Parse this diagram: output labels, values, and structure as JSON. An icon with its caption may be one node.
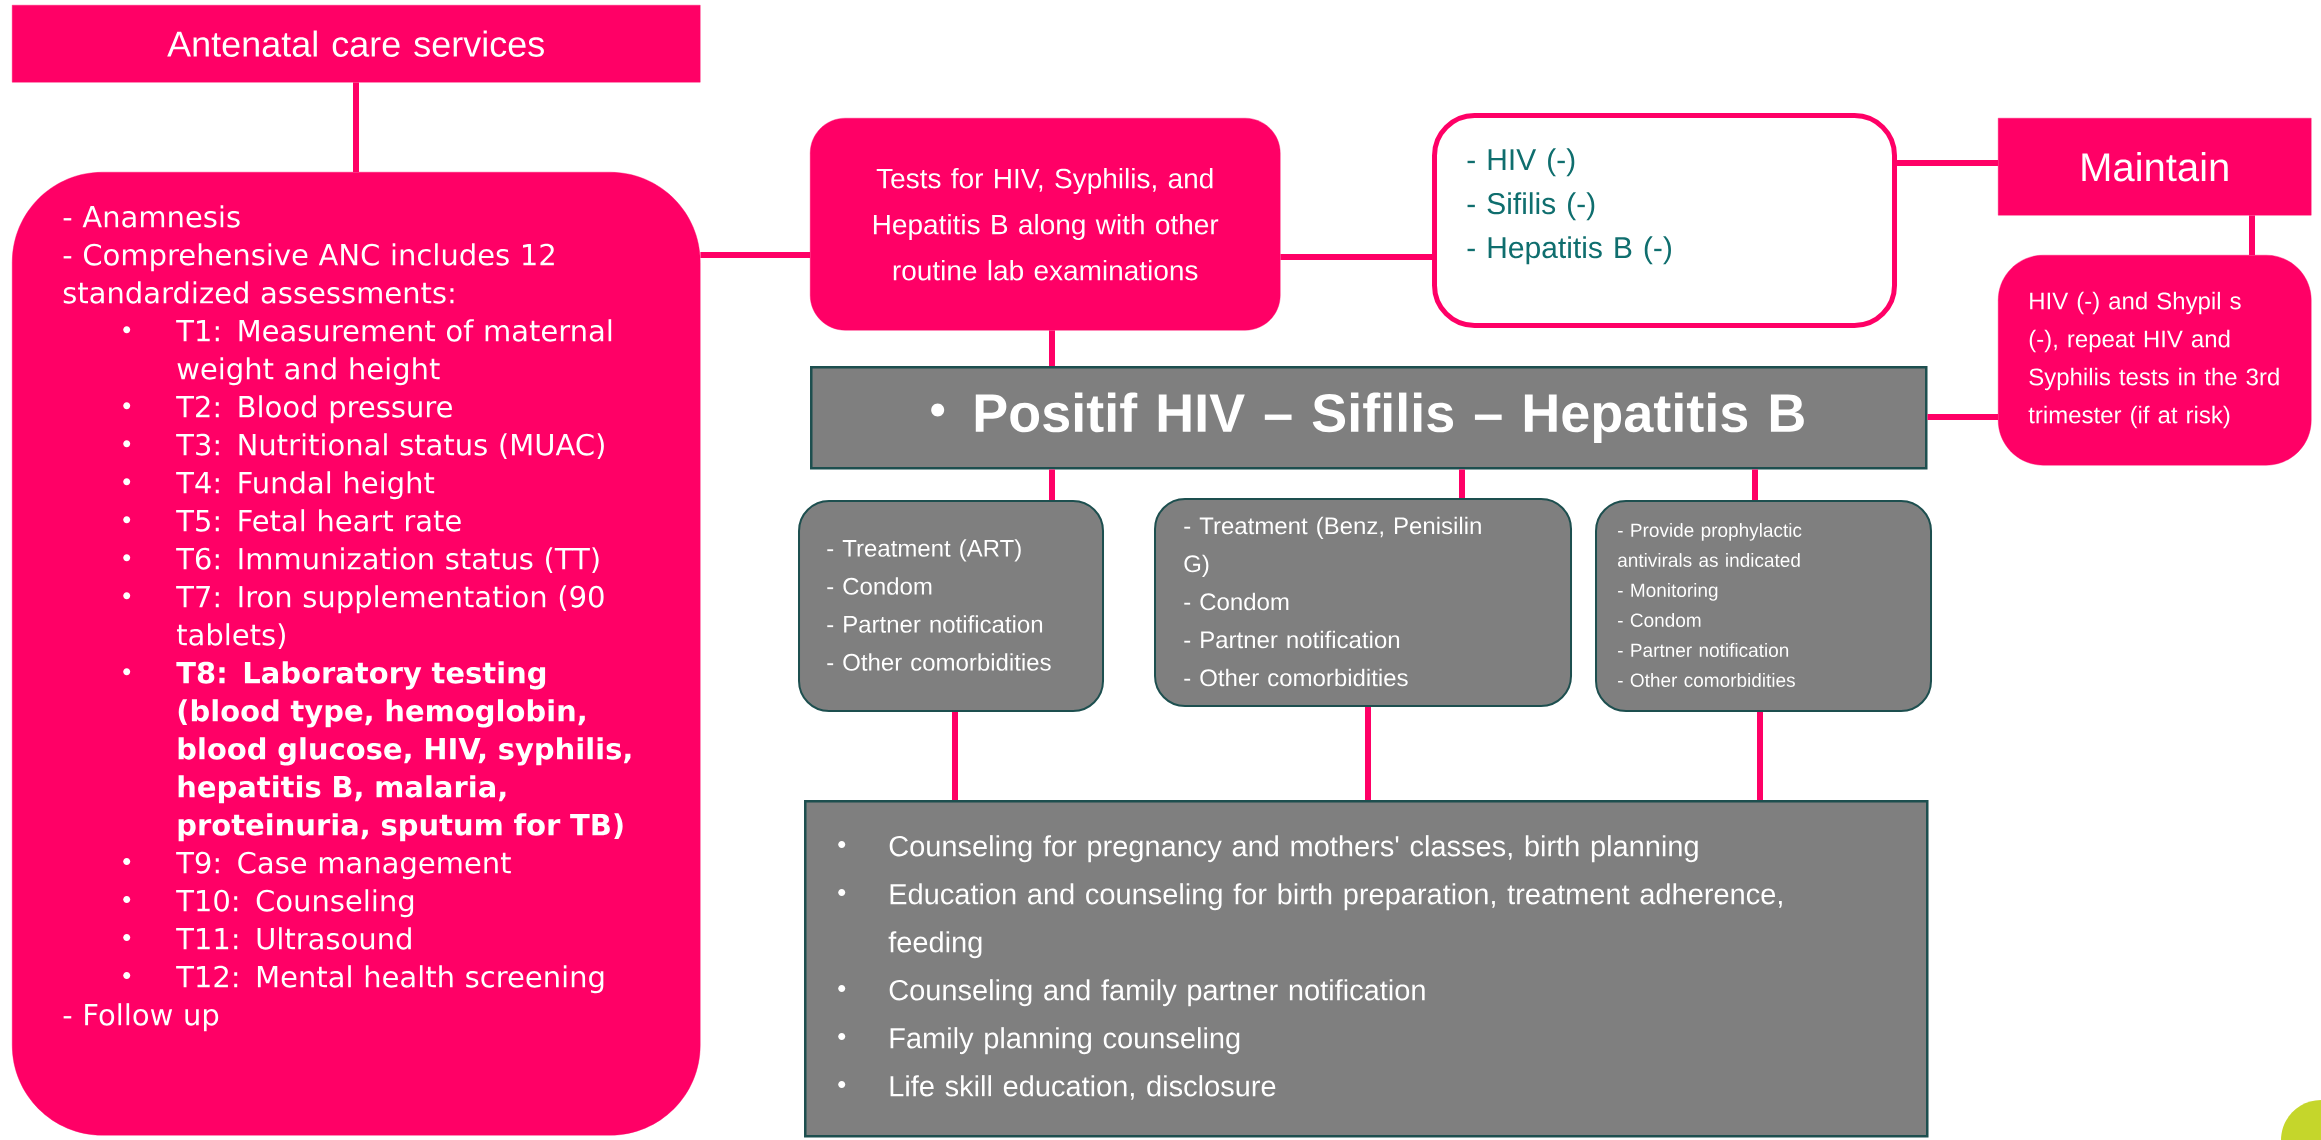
{
  "diagram": {
    "nodes": [
      {
        "text": [
          "Antenatal care services"
        ]
      },
      {
        "text": [
          "- Anamnesis",
          "- Comprehensive ANC includes 12 standardized assessments:",
          "T1: Measurement of maternal weight and height",
          "T2: Blood pressure",
          "T3: Nutritional status (MUAC)",
          "T4: Fundal height",
          "T5: Fetal heart rate",
          "T6: Immunization status (TT)",
          "T7: Iron supplementation (90 tablets)",
          "**T8: Laboratory testing (blood type, hemoglobin, blood glucose, HIV, syphilis, hepatitis B, malaria, proteinuria, sputum for TB)**",
          "T9: Case management",
          "T10: Counseling",
          "T11: Ultrasound",
          "T12: Mental health screening",
          "- Follow up"
        ]
      },
      {
        "text": [
          "Tests for HIV, Syphilis, and Hepatitis B along with other routine lab examinations"
        ]
      },
      {
        "text": [
          "- HIV (-)",
          "- Sifilis (-)",
          "- Hepatitis B (-)"
        ]
      },
      {
        "text": [
          "Maintain"
        ]
      },
      {
        "text": [
          "HIV (-) and Shypil s (-), repeat HIV and Syphilis tests in the 3rd trimester (if at risk)"
        ]
      },
      {
        "text": [
          "Positif HIV – Sifilis – Hepatitis B"
        ]
      },
      {
        "text": [
          "- Treatment (ART)",
          "- Condom",
          "- Partner notification",
          "- Other comorbidities"
        ]
      },
      {
        "text": [
          "- Treatment (Benz, Penisilin G)",
          "- Condom",
          "- Partner notification",
          "- Other comorbidities"
        ]
      },
      {
        "text": [
          "- Provide prophylactic antivirals as indicated",
          "- Monitoring",
          "- Condom",
          "- Partner notification",
          "- Other comorbidities"
        ]
      },
      {
        "text": [
          "Counseling for pregnancy and mothers' classes, birth planning",
          "Education and counseling for birth preparation, treatment adherence, feeding",
          "Counseling and family partner notification",
          "Family planning counseling",
          "Life skill education, disclosure"
        ]
      }
    ],
    "edges": [
      {
        "from": 0,
        "to": 1,
        "arrow": "none"
      },
      {
        "from": 1,
        "to": 2,
        "arrow": "none"
      },
      {
        "from": 2,
        "to": 3,
        "arrow": "none"
      },
      {
        "from": 3,
        "to": 4,
        "arrow": "none"
      },
      {
        "from": 4,
        "to": 5,
        "arrow": "none"
      },
      {
        "from": 2,
        "to": 6,
        "arrow": "none"
      },
      {
        "from": 6,
        "to": 5,
        "arrow": "none"
      },
      {
        "from": 6,
        "to": 7,
        "arrow": "none"
      },
      {
        "from": 6,
        "to": 8,
        "arrow": "none"
      },
      {
        "from": 6,
        "to": 9,
        "arrow": "none"
      },
      {
        "from": 7,
        "to": 10,
        "arrow": "none"
      },
      {
        "from": 8,
        "to": 10,
        "arrow": "none"
      },
      {
        "from": 9,
        "to": 10,
        "arrow": "none"
      }
    ]
  }
}
